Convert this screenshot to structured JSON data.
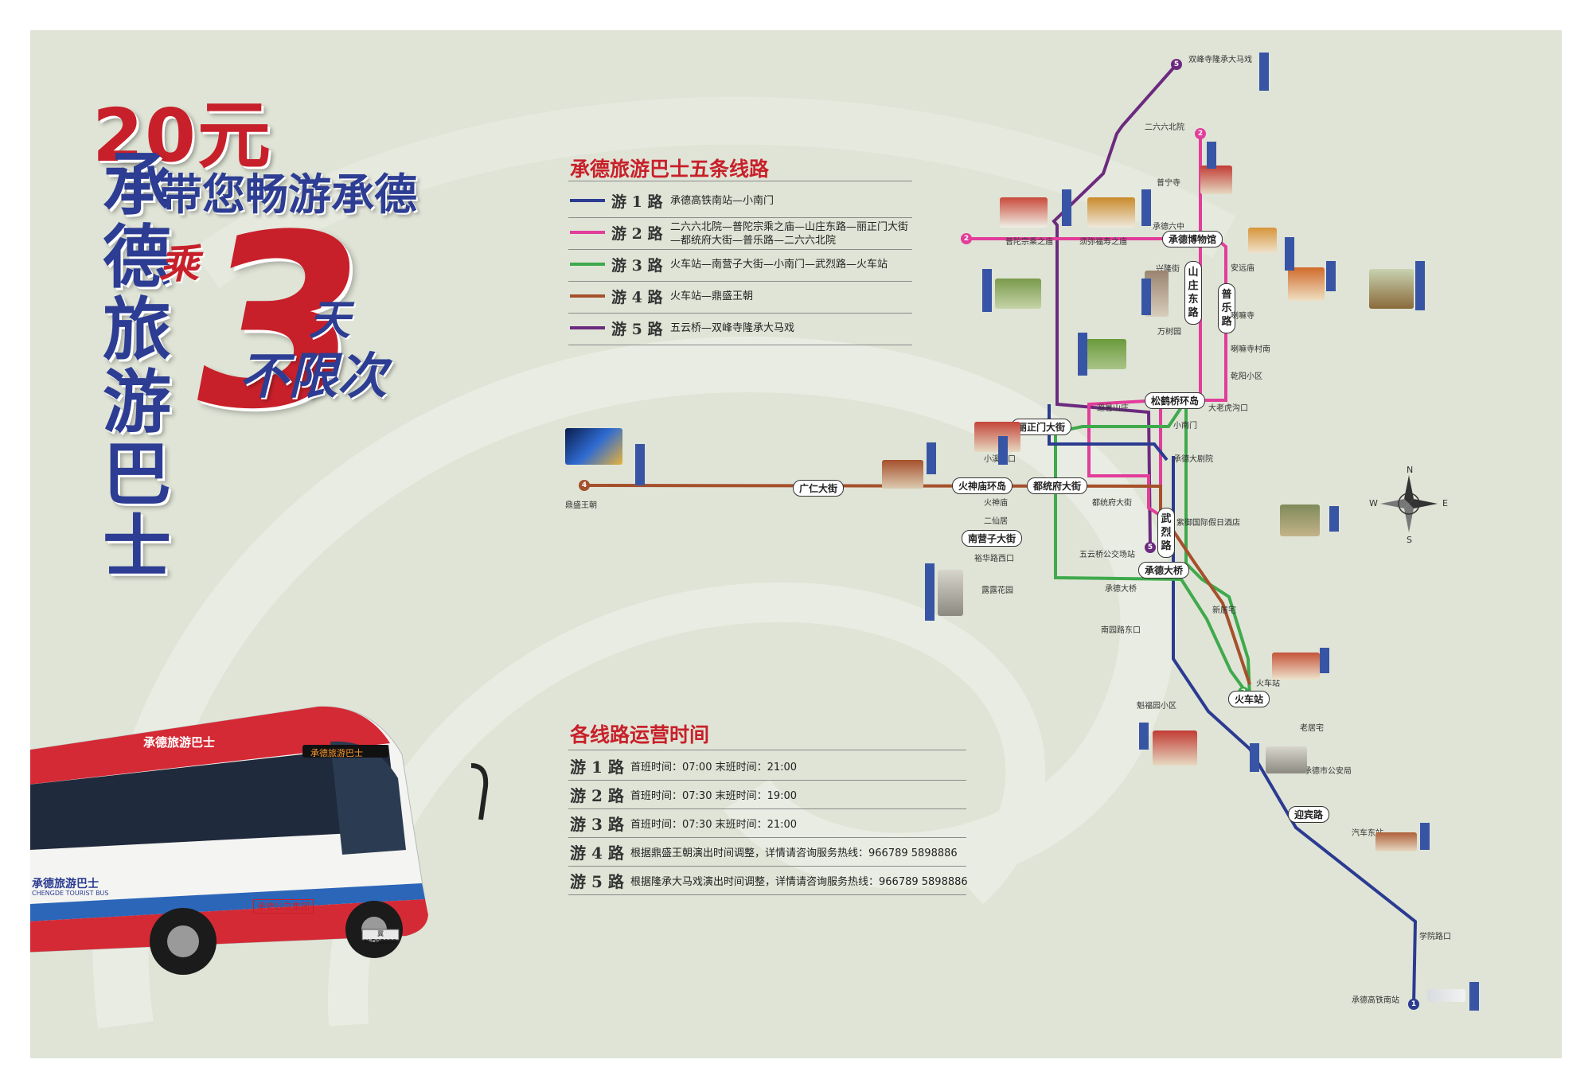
{
  "headline": {
    "price": "20元",
    "brand_chars": [
      "承",
      "德",
      "旅",
      "游",
      "巴",
      "士"
    ],
    "tagline": "带您畅游承德",
    "ride": "乘",
    "days_number": "3",
    "days_unit": "天",
    "unlimited": "不限次"
  },
  "routes_panel": {
    "title": "承德旅游巴士五条线路",
    "routes": [
      {
        "name": "游 1 路",
        "color": "#2b3b91",
        "desc": "承德高铁南站—小南门"
      },
      {
        "name": "游 2 路",
        "color": "#e23d9a",
        "desc": "二六六北院—普陀宗乘之庙—山庄东路—丽正门大街—都统府大街—普乐路—二六六北院"
      },
      {
        "name": "游 3 路",
        "color": "#3fa94c",
        "desc": "火车站—南营子大街—小南门—武烈路—火车站"
      },
      {
        "name": "游 4 路",
        "color": "#a5502c",
        "desc": "火车站—鼎盛王朝"
      },
      {
        "name": "游 5 路",
        "color": "#6c2a7f",
        "desc": "五云桥—双峰寺隆承大马戏"
      }
    ]
  },
  "schedule_panel": {
    "title": "各线路运营时间",
    "rows": [
      {
        "name": "游 1 路",
        "text": "首班时间：07:00    末班时间：21:00"
      },
      {
        "name": "游 2 路",
        "text": "首班时间：07:30    末班时间：19:00"
      },
      {
        "name": "游 3 路",
        "text": "首班时间：07:30    末班时间：21:00"
      },
      {
        "name": "游 4 路",
        "text": "根据鼎盛王朝演出时间调整，详情请咨询服务热线：966789  5898886"
      },
      {
        "name": "游 5 路",
        "text": "根据隆承大马戏演出时间调整，详情请咨询服务热线：966789  5898886"
      }
    ]
  },
  "bus": {
    "roof_sign": "承德旅游巴士",
    "front_sign": "承德旅游巴士",
    "side_logo": "承德旅游巴士",
    "side_logo_en": "CHENGDE TOURIST BUS",
    "group_label": "承德公交集团",
    "plate": "冀H·D05000"
  },
  "compass": {
    "n": "N",
    "s": "S",
    "e": "E",
    "w": "W"
  },
  "map": {
    "hubs": {
      "museum": "承德博物馆",
      "songhe": "松鹤桥环岛",
      "lizhengmen": "丽正门大街",
      "huoshenmiao": "火神庙环岛",
      "dutongfu": "都统府大街",
      "nanyingzi": "南营子大街",
      "guangren": "广仁大街",
      "bridge": "承德大桥",
      "station": "火车站",
      "yingbin": "迎宾路",
      "shanzhuang_east": "山庄东路",
      "pule": "普乐路",
      "wulie": "武烈路"
    },
    "stops": {
      "shuangfeng": "双峰寺隆承大马戏",
      "north266": "二六六北院",
      "puning": "普宁寺",
      "school6": "承德六中",
      "putuo": "普陀宗乘之庙",
      "xumi": "须弥福寿之庙",
      "xinglong": "兴隆街",
      "wanshu": "万树园",
      "anyuan": "安远庙",
      "lama": "喇嘛寺",
      "lama_village": "喇嘛寺村南",
      "qianyang": "乾阳小区",
      "bishu": "避暑山庄",
      "laohukou": "大老虎沟口",
      "xiaonanmen": "小南门",
      "xiaoxigou": "小溪沟口",
      "theatre": "承德大剧院",
      "huoshen": "火神庙",
      "dutong_stop": "都统府大街",
      "ziyu": "紫御国际假日酒店",
      "erxian": "二仙居",
      "wuyun": "五云桥公交场站",
      "yuhua": "裕华路西口",
      "lulu": "露露花园",
      "bridge_stop": "承德大桥",
      "xinjuzhai": "新居宅",
      "nanyuan": "南园路东口",
      "station_stop": "火车站",
      "kuifu": "魁福园小区",
      "laojuzhai": "老居宅",
      "police": "承德市公安局",
      "bus_east": "汽车东站",
      "college": "学院路口",
      "hsr": "承德高铁南站",
      "dingsheng": "鼎盛王朝"
    }
  }
}
